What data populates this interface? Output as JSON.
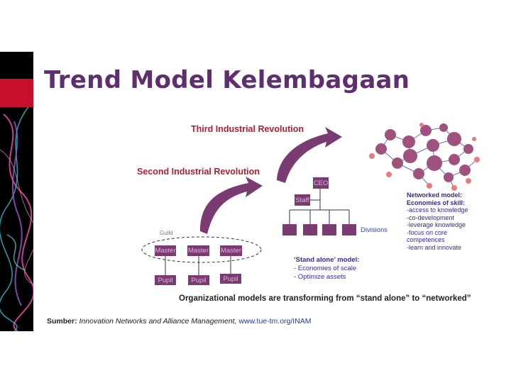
{
  "title": "Trend Model Kelembagaan",
  "eras": {
    "third": "Third Industrial Revolution",
    "second": "Second Industrial Revolution"
  },
  "guild": {
    "label": "Guild",
    "masters": [
      "Master",
      "Master",
      "Master"
    ],
    "pupils": [
      "Pupil",
      "Pupil",
      "Pupil"
    ]
  },
  "org": {
    "ceo": "CEO",
    "staff": "Staff",
    "divisions": "Divisions"
  },
  "stand_alone": {
    "heading": "‘Stand alone’ model:",
    "points": [
      "- Economies of scale",
      "- Optimize assets"
    ]
  },
  "networked": {
    "heading": "Networked model:",
    "sub": "Economies of skill:",
    "points": [
      "-access to knowledge",
      "-co-development",
      "-leverage knowledge",
      "-focus on core",
      "competences",
      "-learn and innovate"
    ]
  },
  "caption": "Organizational models are transforming from “stand alone” to “networked”",
  "source": {
    "prefix": "Sumber: ",
    "work": "Innovation Networks and Alliance Management,",
    "url": "www.tue-tm.org/",
    "suffix": "INAM"
  },
  "colors": {
    "title": "#5e2f6e",
    "box": "#7a3b73",
    "era": "#b02030",
    "node": "#a0527f",
    "side_red": "#c8102e"
  }
}
